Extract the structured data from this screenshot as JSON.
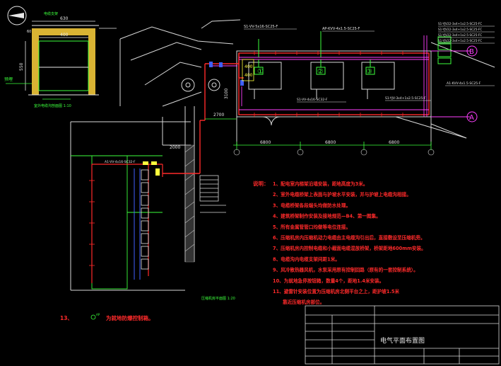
{
  "colors": {
    "background": "#000000",
    "wall": "#d8d8d8",
    "red": "#ff2a2a",
    "green": "#3cff3c",
    "yellow": "#ffff3c",
    "cyan": "#3cffff",
    "magenta": "#ff40ff",
    "blue": "#4060ff"
  },
  "title_block": {
    "drawing_title": "电气平面布置图"
  },
  "section_view": {
    "dim_top": "630",
    "dim_inner": "400",
    "dim_height": "550",
    "dim_side": "60",
    "label_top": "电缆支架",
    "label_side": "预埋",
    "caption": "室外电缆沟剖面图 1:10"
  },
  "sub_plan": {
    "caption": "压缩机房平面图 1:20",
    "dim_top": "2000",
    "cable_label": "A1-VV-4x16-SC32-F"
  },
  "main_plan": {
    "axis_b": "B",
    "axis_a": "A",
    "dim_1": "6800",
    "dim_2": "6800",
    "dim_3": "6800",
    "dim_2700": "2700",
    "dim_3100": "3100",
    "dim_400a": "400",
    "dim_400b": "400",
    "circle_1": "①",
    "circle_2": "②",
    "circle_3": "③",
    "cable_top_1": "S1-VV-5x16-SC25-F",
    "cable_top_2": "AP-KVV-4x1.5-SC25-F",
    "cable_right_1": "S1-YJV22-3x4+1x2.5-SC25-FC",
    "cable_right_2": "S1-YJV22-3x4+1x2.5-SC25-FC",
    "cable_right_3": "S1-YJV22-3x4+1x2.5-SC25-FC",
    "cable_right_4": "S1-YJV22-3x4+1x2.5-SC25-FC",
    "cable_right_5": "A1-KVV-4x1.5-SC25-F",
    "cable_bottom_1": "S1-VV-4x16-SC32-F",
    "cable_bottom_2": "S1-YJV-3x4+1x2.5-SC25-F"
  },
  "notes": {
    "title": "说明：",
    "items": [
      "1、配电室内梯架沿墙安装，距地高度为3米。",
      "2、室外电缆桥架上表面与护坡水平安装，并与护坡上电缆沟相接。",
      "3、电缆桥架各段端头均做防水处理。",
      "4、建筑桥架制作安装及接地规范—B4、第一图集。",
      "5、所有金属管管口均做等电位连接。",
      "6、压缩机房内压缩机动力电缆由主电缆沟引出后，直接敷设至压缩机旁。",
      "7、压缩机房内控制电缆和小截面电缆混放桥架，桥架距地600mm安装。",
      "8、电缆沟内电缆支架间距1米。",
      "9、风冷散热器风机，水泵采用原有控制回路（原有的一套控制系统）。",
      "10、为就地急停按钮箱，数量4个，距地1.4米安装。",
      "11、避雷针安装位置为压缩机房北侧平台之上，距护坡1.5米",
      "靠近压缩机房部位。"
    ],
    "item_13_num": "13、",
    "item_13_text": "为就地防爆控制箱。",
    "symbol_label": "AP"
  }
}
